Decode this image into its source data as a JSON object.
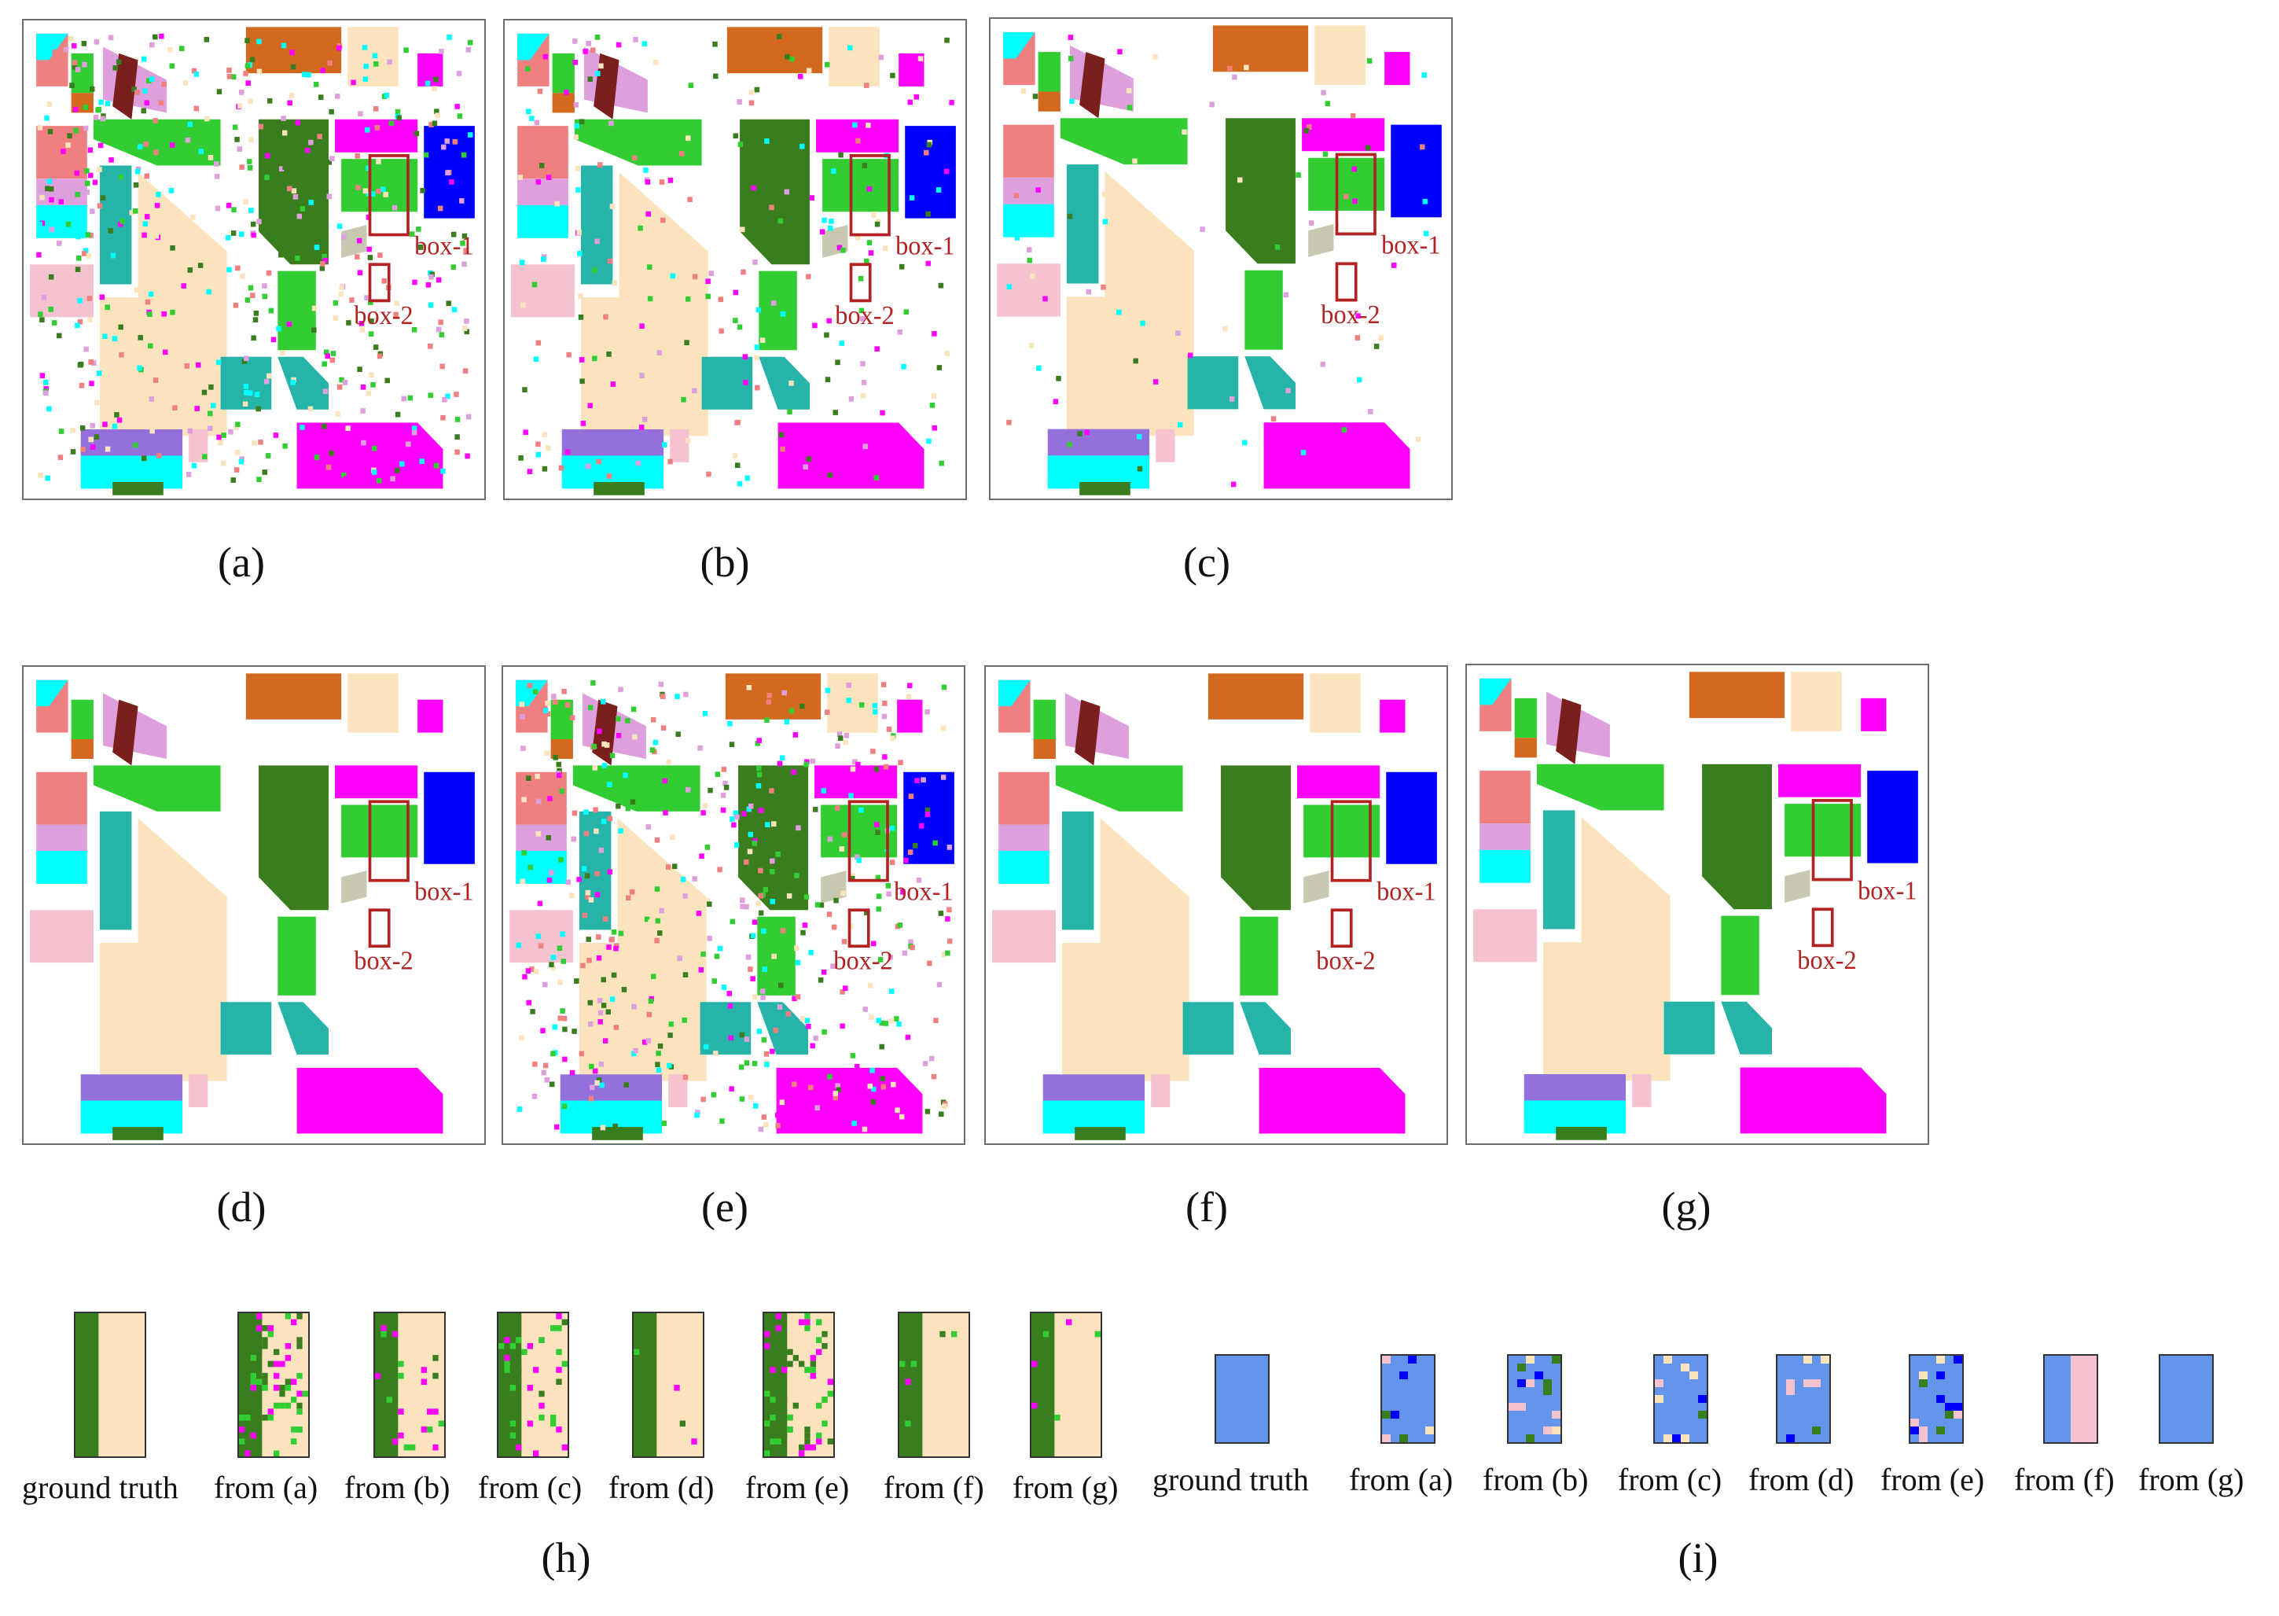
{
  "figure": {
    "panels": [
      {
        "id": "a",
        "caption": "(a)",
        "box1": "box-1",
        "box2": "box-2",
        "noise": "high"
      },
      {
        "id": "b",
        "caption": "(b)",
        "box1": "box-1",
        "box2": "box-2",
        "noise": "medium"
      },
      {
        "id": "c",
        "caption": "(c)",
        "box1": "box-1",
        "box2": "box-2",
        "noise": "low"
      },
      {
        "id": "d",
        "caption": "(d)",
        "box1": "box-1",
        "box2": "box-2",
        "noise": "none"
      },
      {
        "id": "e",
        "caption": "(e)",
        "box1": "box-1",
        "box2": "box-2",
        "noise": "high"
      },
      {
        "id": "f",
        "caption": "(f)",
        "box1": "box-1",
        "box2": "box-2",
        "noise": "none"
      },
      {
        "id": "g",
        "caption": "(g)",
        "box1": "box-1",
        "box2": "box-2",
        "noise": "none"
      }
    ],
    "zoom_h": {
      "caption": "(h)",
      "labels": [
        "ground truth",
        "from (a)",
        "from (b)",
        "from (c)",
        "from (d)",
        "from (e)",
        "from (f)",
        "from (g)"
      ]
    },
    "zoom_i": {
      "caption": "(i)",
      "labels": [
        "ground truth",
        "from (a)",
        "from (b)",
        "from (c)",
        "from (d)",
        "from (e)",
        "from (f)",
        "from (g)"
      ]
    },
    "class_colors": {
      "alfalfa": "#f5c3d0",
      "corn_notill": "#ff00ff",
      "corn_mintill": "#00ffff",
      "corn": "#26b3a8",
      "grass_pasture": "#fbe4bd",
      "grass_trees": "#f08080",
      "grass_mowed": "#b0a0e0",
      "hay": "#9370db",
      "oats": "#00ff80",
      "soy_notill": "#32cd32",
      "soy_mintill": "#3a7d1f",
      "soy_clean": "#0000ff",
      "wheat": "#c8c8b0",
      "woods": "#7a1e1e",
      "buildings": "#d2691e",
      "stone": "#dda0dd",
      "zoom_blue": "#6495ed",
      "box_outline": "#b22222"
    }
  }
}
